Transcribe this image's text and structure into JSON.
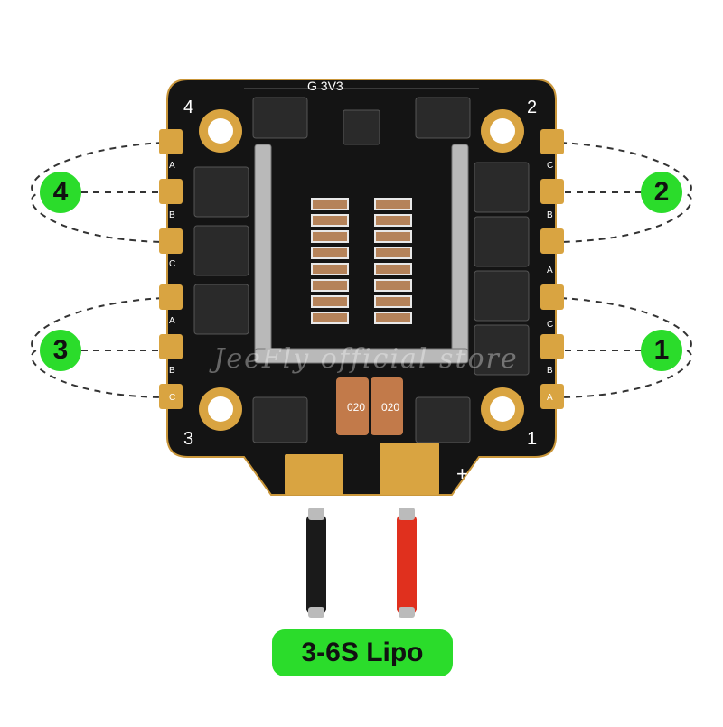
{
  "motor_badges": {
    "m1": "1",
    "m2": "2",
    "m3": "3",
    "m4": "4"
  },
  "battery_label": "3-6S Lipo",
  "board_labels": {
    "corner_1": "1",
    "corner_2": "2",
    "corner_3": "3",
    "corner_4": "4",
    "voltage": "G 3V3",
    "minus": "−",
    "plus": "+",
    "pad_letters": [
      "A",
      "B",
      "C"
    ],
    "shunt": "020"
  },
  "watermark": "JeeFly official store",
  "colors": {
    "badge_green": "#2bdc2b",
    "pcb_black": "#141414",
    "gold": "#d9a441",
    "wire_black": "#1a1a1a",
    "wire_red": "#e0301e"
  }
}
